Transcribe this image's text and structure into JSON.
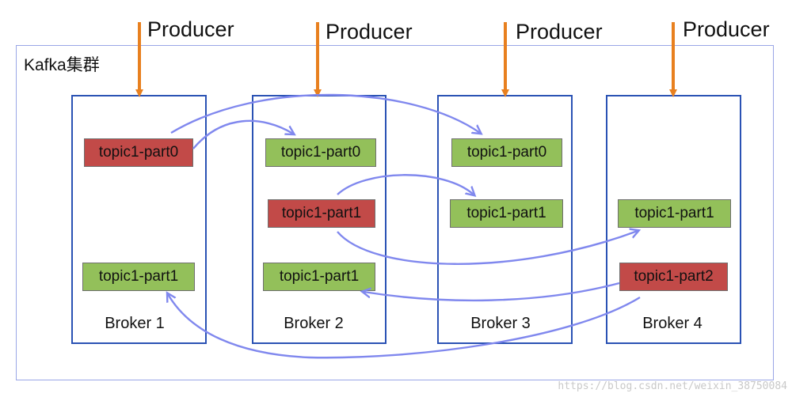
{
  "producers": [
    "Producer",
    "Producer",
    "Producer",
    "Producer"
  ],
  "cluster": {
    "title": "Kafka集群"
  },
  "brokers": [
    {
      "name": "Broker 1",
      "partitions": [
        {
          "label": "topic1-part0",
          "role": "leader"
        },
        {
          "label": "topic1-part1",
          "role": "follower"
        }
      ]
    },
    {
      "name": "Broker 2",
      "partitions": [
        {
          "label": "topic1-part0",
          "role": "follower"
        },
        {
          "label": "topic1-part1",
          "role": "leader"
        },
        {
          "label": "topic1-part1",
          "role": "follower"
        }
      ]
    },
    {
      "name": "Broker 3",
      "partitions": [
        {
          "label": "topic1-part0",
          "role": "follower"
        },
        {
          "label": "topic1-part1",
          "role": "follower"
        }
      ]
    },
    {
      "name": "Broker 4",
      "partitions": [
        {
          "label": "topic1-part1",
          "role": "follower"
        },
        {
          "label": "topic1-part2",
          "role": "leader"
        }
      ]
    }
  ],
  "colors": {
    "leader": "#c24a48",
    "follower": "#93c05a",
    "producer_arrow": "#e8801f",
    "replication_arrow": "#8088ee",
    "broker_border": "#2a52b4",
    "cluster_border": "#9aa6e6"
  },
  "watermark": "https://blog.csdn.net/weixin_38750084"
}
